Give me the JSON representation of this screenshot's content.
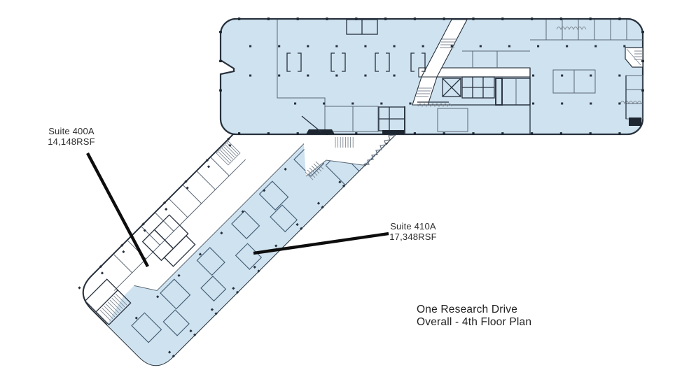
{
  "plan": {
    "title": {
      "line1": "One Research Drive",
      "line2": "Overall - 4th Floor Plan"
    },
    "suites": [
      {
        "name": "Suite 400A",
        "area": "14,148RSF",
        "fill": "#ffffff"
      },
      {
        "name": "Suite 410A",
        "area": "17,348RSF",
        "fill": "#cfe2ef"
      }
    ],
    "colors": {
      "highlight_fill": "#cfe2ef",
      "outline": "#27313d",
      "thin_wall": "#5a6775",
      "hatch": "#7f8994",
      "leader": "#0d0d0d",
      "label_text": "#2e2e2e",
      "background": "#ffffff"
    }
  }
}
